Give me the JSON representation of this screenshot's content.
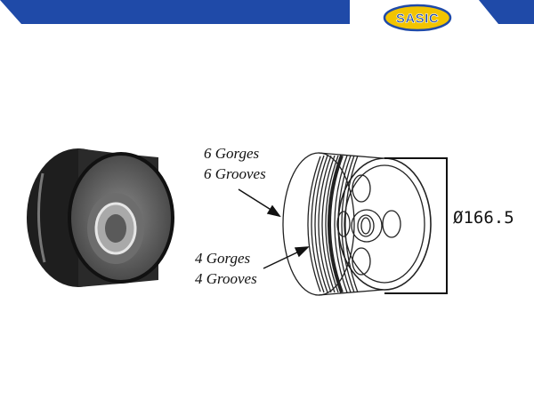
{
  "brand": {
    "logo_text": "SASIC",
    "color_primary": "#1f4aa8",
    "color_logo_fill": "#f2c400"
  },
  "callouts": {
    "upper": {
      "line1": "6 Gorges",
      "line2": "6 Grooves"
    },
    "lower": {
      "line1": "4 Gorges",
      "line2": "4 Grooves"
    }
  },
  "dimension": {
    "diameter": "Ø166.5"
  }
}
